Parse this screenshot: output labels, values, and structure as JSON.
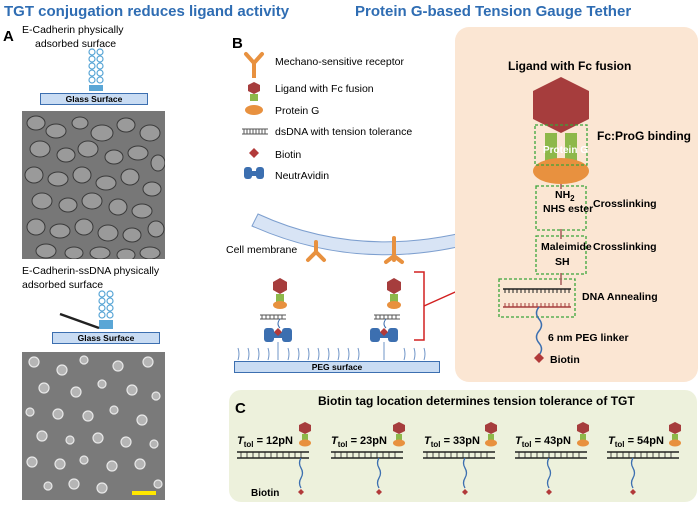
{
  "titles": {
    "left": "TGT conjugation reduces ligand activity",
    "right": "Protein G-based Tension Gauge Tether"
  },
  "panel_a": {
    "letter": "A",
    "top_caption_line1": "E-Cadherin physically",
    "top_caption_line2": "adsorbed surface",
    "top_glass": "Glass Surface",
    "bottom_caption_line1": "E-Cadherin-ssDNA physically",
    "bottom_caption_line2": "adsorbed surface",
    "bottom_glass": "Glass Surface",
    "scale_bar_color": "#ffe800"
  },
  "panel_b": {
    "letter": "B",
    "legend": [
      {
        "icon": "receptor-icon",
        "label": "Mechano-sensitive receptor"
      },
      {
        "icon": "ligand-icon",
        "label": "Ligand with Fc fusion"
      },
      {
        "icon": "protein-g-icon",
        "label": "Protein G"
      },
      {
        "icon": "dsdna-icon",
        "label": "dsDNA with tension tolerance"
      },
      {
        "icon": "biotin-icon",
        "label": "Biotin"
      },
      {
        "icon": "neutravidin-icon",
        "label": "NeutrAvidin"
      }
    ],
    "cell_membrane": "Cell membrane",
    "peg_surface": "PEG surface"
  },
  "detail": {
    "title": "Ligand with Fc fusion",
    "protein_g": "Protein G",
    "fc_binding": "Fc:ProG binding",
    "nh2": "NH",
    "nh2_sub": "2",
    "nhs": "NHS ester",
    "crosslink1": "Crosslinking",
    "maleimide": "Maleimide",
    "sh": "SH",
    "crosslink2": "Crosslinking",
    "dna_annealing": "DNA Annealing",
    "peg_linker": "6 nm PEG linker",
    "biotin": "Biotin"
  },
  "panel_c": {
    "letter": "C",
    "title": "Biotin tag location determines tension tolerance of TGT",
    "biotin": "Biotin",
    "tolerances": [
      {
        "t": "T",
        "sub": "tol",
        "value": " = 12pN"
      },
      {
        "t": "T",
        "sub": "tol",
        "value": " = 23pN"
      },
      {
        "t": "T",
        "sub": "tol",
        "value": " = 33pN"
      },
      {
        "t": "T",
        "sub": "tol",
        "value": " = 43pN"
      },
      {
        "t": "T",
        "sub": "tol",
        "value": " = 54pN"
      }
    ]
  },
  "colors": {
    "title_blue": "#2f6db3",
    "ligand_red": "#a63d3d",
    "fc_green": "#8db84a",
    "protein_g_orange": "#e8913f",
    "neutravidin_blue": "#3c6fb0",
    "biotin_red": "#b23a3a",
    "arrow_red": "#d22020",
    "box_green": "#3aa53a"
  }
}
